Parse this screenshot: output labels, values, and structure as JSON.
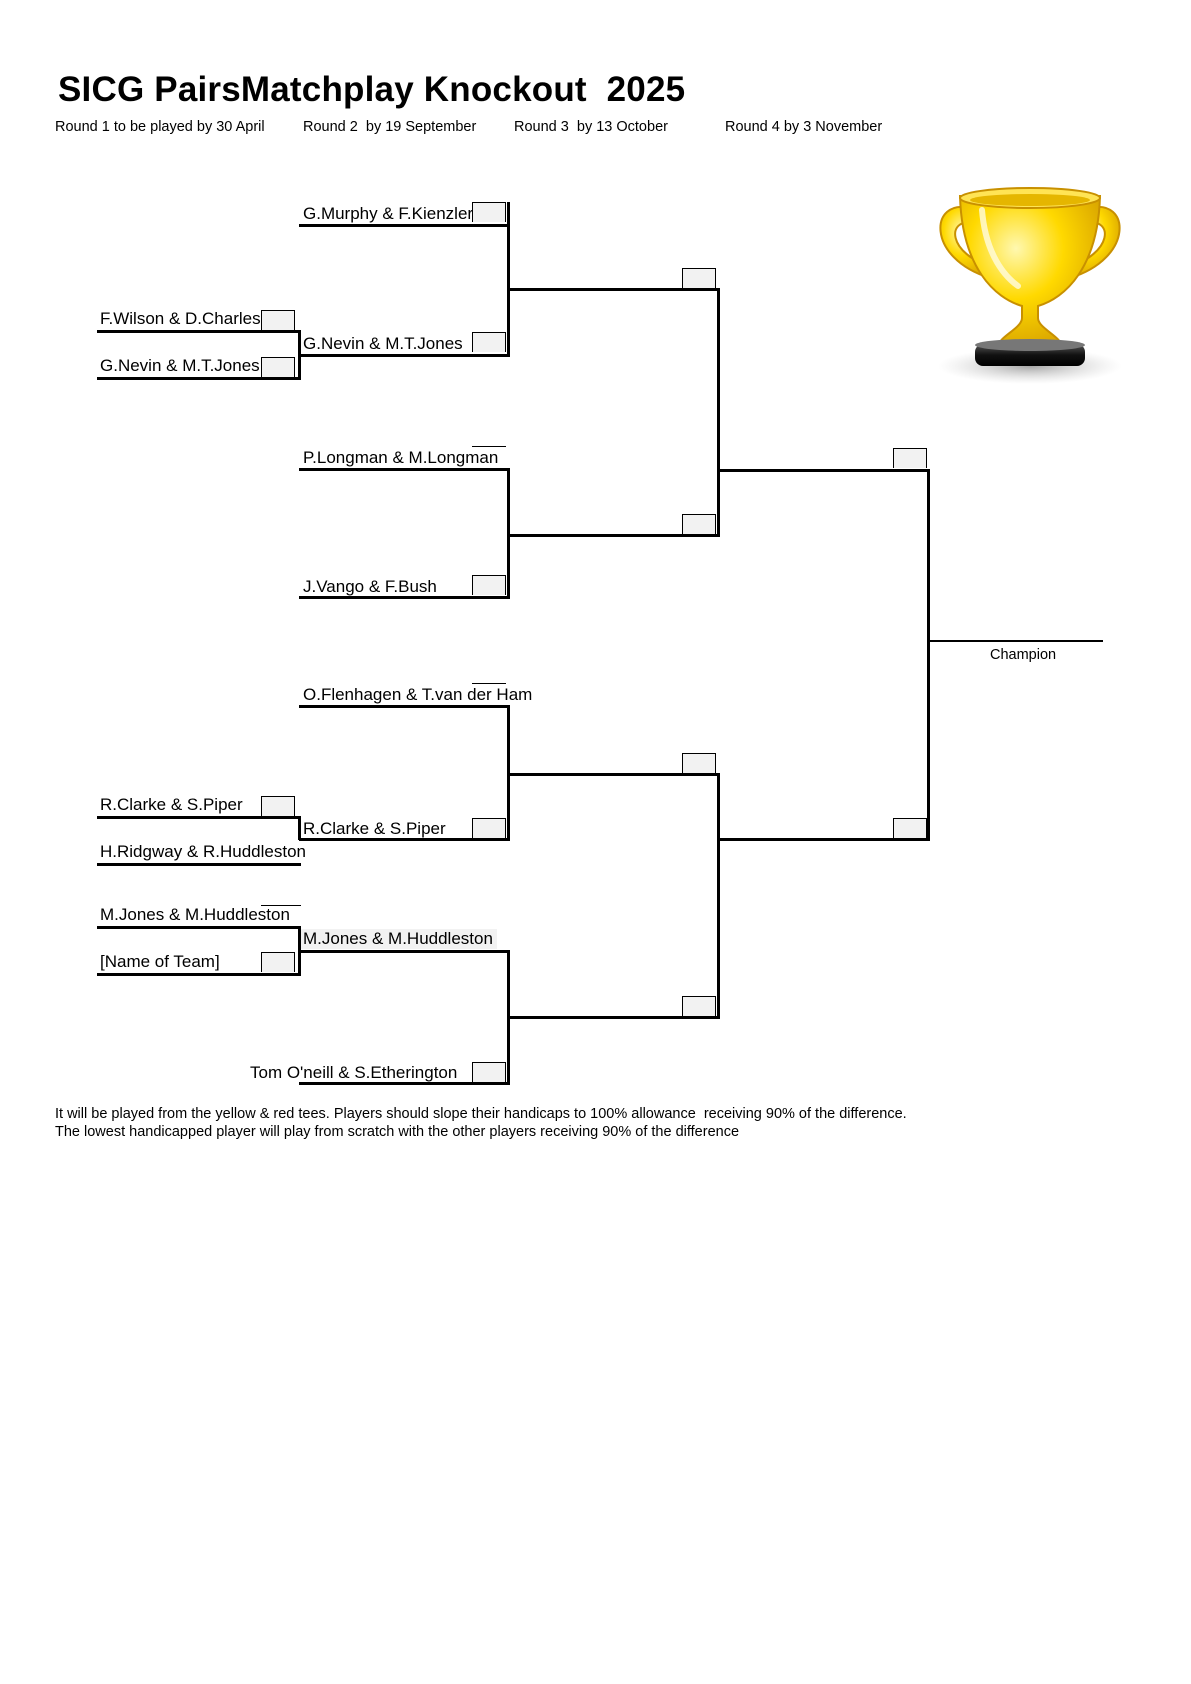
{
  "header": {
    "title": "SICG PairsMatchplay Knockout  2025",
    "schedule": [
      "Round 1 to be played by 30 April",
      "Round 2  by 19 September",
      "Round 3  by 13 October",
      "Round 4 by 3 November"
    ]
  },
  "bracket": {
    "round1": [
      "F.Wilson & D.Charles",
      "G.Nevin & M.T.Jones",
      "R.Clarke & S.Piper",
      "H.Ridgway & R.Huddleston",
      "M.Jones & M.Huddleston",
      "[Name of Team]"
    ],
    "round2": [
      "G.Murphy & F.Kienzler",
      "G.Nevin & M.T.Jones",
      "P.Longman & M.Longman",
      "J.Vango & F.Bush",
      "O.Flenhagen & T.van der Ham",
      "R.Clarke & S.Piper",
      "M.Jones & M.Huddleston",
      "Tom O'neill & S.Etherington"
    ],
    "champion_label": "Champion"
  },
  "notes": [
    "It will be played from the yellow & red tees. Players should slope their handicaps to 100% allowance  receiving 90% of the difference.",
    "The lowest handicapped player will play from scratch with the other players receiving 90% of the difference"
  ],
  "colors": {
    "score_box": "#f2f2f2",
    "trophy_gold": "#f5c400",
    "trophy_base": "#222222"
  },
  "icons": {
    "trophy": "trophy-icon"
  }
}
